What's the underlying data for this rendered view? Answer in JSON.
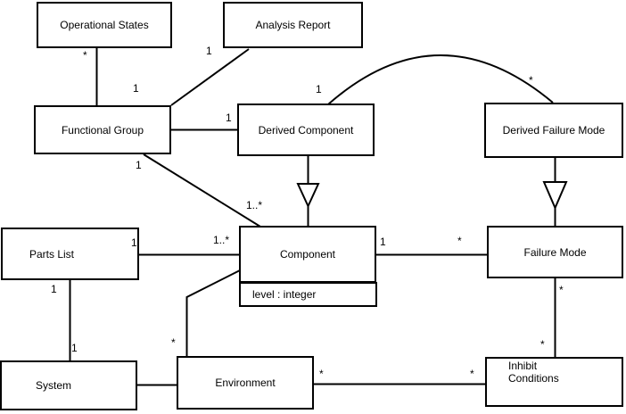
{
  "diagram": {
    "type": "uml-class-diagram",
    "colors": {
      "background": "#ffffff",
      "line": "#000000",
      "box_fill": "#ffffff",
      "text": "#000000"
    },
    "classes": [
      {
        "name": "Operational States"
      },
      {
        "name": "Analysis Report"
      },
      {
        "name": "Functional Group"
      },
      {
        "name": "Derived Component"
      },
      {
        "name": "Derived Failure Mode"
      },
      {
        "name": "Parts List"
      },
      {
        "name": "Component",
        "attributes": [
          "level : integer"
        ]
      },
      {
        "name": "Failure Mode"
      },
      {
        "name": "System"
      },
      {
        "name": "Environment"
      },
      {
        "name": "Inhibit Conditions"
      }
    ],
    "relationships": [
      {
        "from": "Operational States",
        "to": "Functional Group",
        "type": "association",
        "from_mult": "*",
        "to_mult": "1"
      },
      {
        "from": "Analysis Report",
        "to": "Functional Group",
        "type": "association",
        "from_mult": "1"
      },
      {
        "from": "Functional Group",
        "to": "Derived Component",
        "type": "association",
        "to_mult": "1"
      },
      {
        "from": "Functional Group",
        "to": "Component",
        "type": "association",
        "from_mult": "1",
        "to_mult": "1..*"
      },
      {
        "from": "Derived Component",
        "to": "Component",
        "type": "generalization"
      },
      {
        "from": "Derived Failure Mode",
        "to": "Failure Mode",
        "type": "generalization"
      },
      {
        "from": "Derived Component",
        "to": "Derived Failure Mode",
        "type": "association",
        "from_mult": "1",
        "to_mult": "*"
      },
      {
        "from": "Parts List",
        "to": "Component",
        "type": "association",
        "from_mult": "1",
        "to_mult": "1..*"
      },
      {
        "from": "Component",
        "to": "Failure Mode",
        "type": "association",
        "from_mult": "1",
        "to_mult": "*"
      },
      {
        "from": "Parts List",
        "to": "System",
        "type": "association",
        "from_mult": "1",
        "to_mult": "1"
      },
      {
        "from": "System",
        "to": "Environment",
        "type": "association"
      },
      {
        "from": "Environment",
        "to": "Component",
        "type": "association",
        "from_mult": "*"
      },
      {
        "from": "Environment",
        "to": "Inhibit Conditions",
        "type": "association",
        "from_mult": "*",
        "to_mult": "*"
      },
      {
        "from": "Failure Mode",
        "to": "Inhibit Conditions",
        "type": "association",
        "from_mult": "*",
        "to_mult": "*"
      }
    ],
    "multiplicities": [
      {
        "text": "*",
        "relationship": "operational-states-functional-group",
        "end": "operational-states"
      },
      {
        "text": "1",
        "relationship": "operational-states-functional-group",
        "end": "functional-group"
      },
      {
        "text": "1",
        "relationship": "analysis-report-functional-group",
        "end": "analysis-report"
      },
      {
        "text": "1",
        "relationship": "functional-group-derived-component",
        "end": "derived-component"
      },
      {
        "text": "1",
        "relationship": "derived-component-derived-failure-mode",
        "end": "derived-component"
      },
      {
        "text": "*",
        "relationship": "derived-component-derived-failure-mode",
        "end": "derived-failure-mode"
      },
      {
        "text": "1",
        "relationship": "functional-group-component",
        "end": "functional-group"
      },
      {
        "text": "1..*",
        "relationship": "functional-group-component",
        "end": "component"
      },
      {
        "text": "1",
        "relationship": "parts-list-component",
        "end": "parts-list"
      },
      {
        "text": "1..*",
        "relationship": "parts-list-component",
        "end": "component"
      },
      {
        "text": "1",
        "relationship": "component-failure-mode",
        "end": "component"
      },
      {
        "text": "*",
        "relationship": "component-failure-mode",
        "end": "failure-mode"
      },
      {
        "text": "1",
        "relationship": "parts-list-system",
        "end": "parts-list"
      },
      {
        "text": "1",
        "relationship": "parts-list-system",
        "end": "system"
      },
      {
        "text": "*",
        "relationship": "environment-component",
        "end": "environment"
      },
      {
        "text": "*",
        "relationship": "environment-inhibit-conditions",
        "end": "environment"
      },
      {
        "text": "*",
        "relationship": "environment-inhibit-conditions",
        "end": "inhibit-conditions"
      },
      {
        "text": "*",
        "relationship": "failure-mode-inhibit-conditions",
        "end": "failure-mode"
      },
      {
        "text": "*",
        "relationship": "failure-mode-inhibit-conditions",
        "end": "inhibit-conditions"
      }
    ]
  }
}
